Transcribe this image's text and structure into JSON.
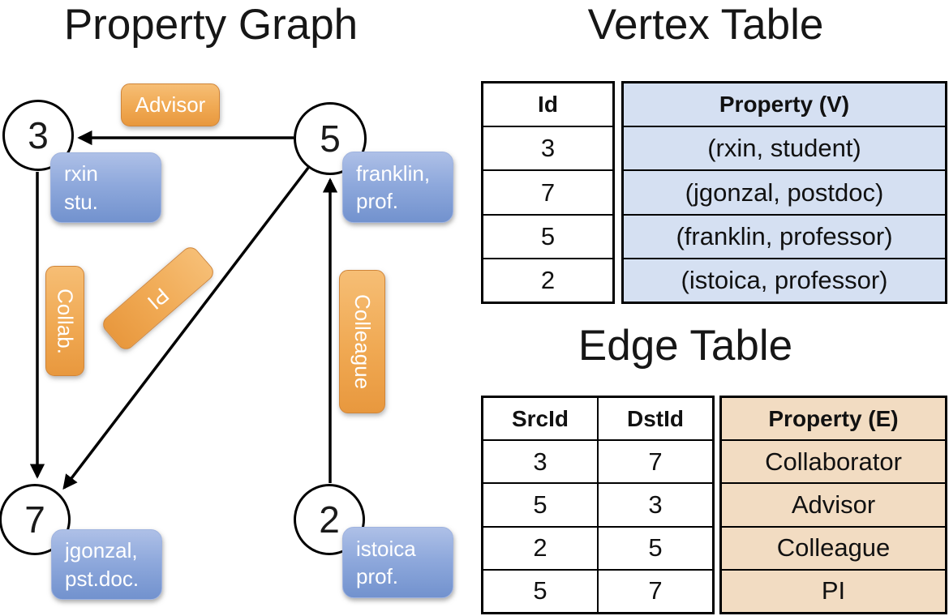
{
  "graph": {
    "title": "Property Graph",
    "nodes": [
      {
        "id": "3",
        "prop": [
          "rxin",
          "stu."
        ]
      },
      {
        "id": "5",
        "prop": [
          "franklin,",
          "prof."
        ]
      },
      {
        "id": "7",
        "prop": [
          "jgonzal,",
          "pst.doc."
        ]
      },
      {
        "id": "2",
        "prop": [
          "istoica",
          "prof."
        ]
      }
    ],
    "edge_labels": {
      "advisor": "Advisor",
      "collab": "Collab.",
      "pi": "PI",
      "colleague": "Colleague"
    }
  },
  "vertex_table": {
    "title": "Vertex Table",
    "columns": {
      "id": "Id",
      "property": "Property (V)"
    },
    "rows": [
      {
        "id": "3",
        "property": "(rxin, student)"
      },
      {
        "id": "7",
        "property": "(jgonzal, postdoc)"
      },
      {
        "id": "5",
        "property": "(franklin, professor)"
      },
      {
        "id": "2",
        "property": "(istoica, professor)"
      }
    ]
  },
  "edge_table": {
    "title": "Edge Table",
    "columns": {
      "src": "SrcId",
      "dst": "DstId",
      "property": "Property (E)"
    },
    "rows": [
      {
        "src": "3",
        "dst": "7",
        "property": "Collaborator"
      },
      {
        "src": "5",
        "dst": "3",
        "property": "Advisor"
      },
      {
        "src": "2",
        "dst": "5",
        "property": "Colleague"
      },
      {
        "src": "5",
        "dst": "7",
        "property": "PI"
      }
    ]
  },
  "colors": {
    "vertex_property_fill": "#D5E0F2",
    "edge_property_fill": "#F2DCC2",
    "node_box_blue": "#8FA9DC",
    "edge_pill_orange": "#F0A953",
    "line_black": "#000000"
  }
}
